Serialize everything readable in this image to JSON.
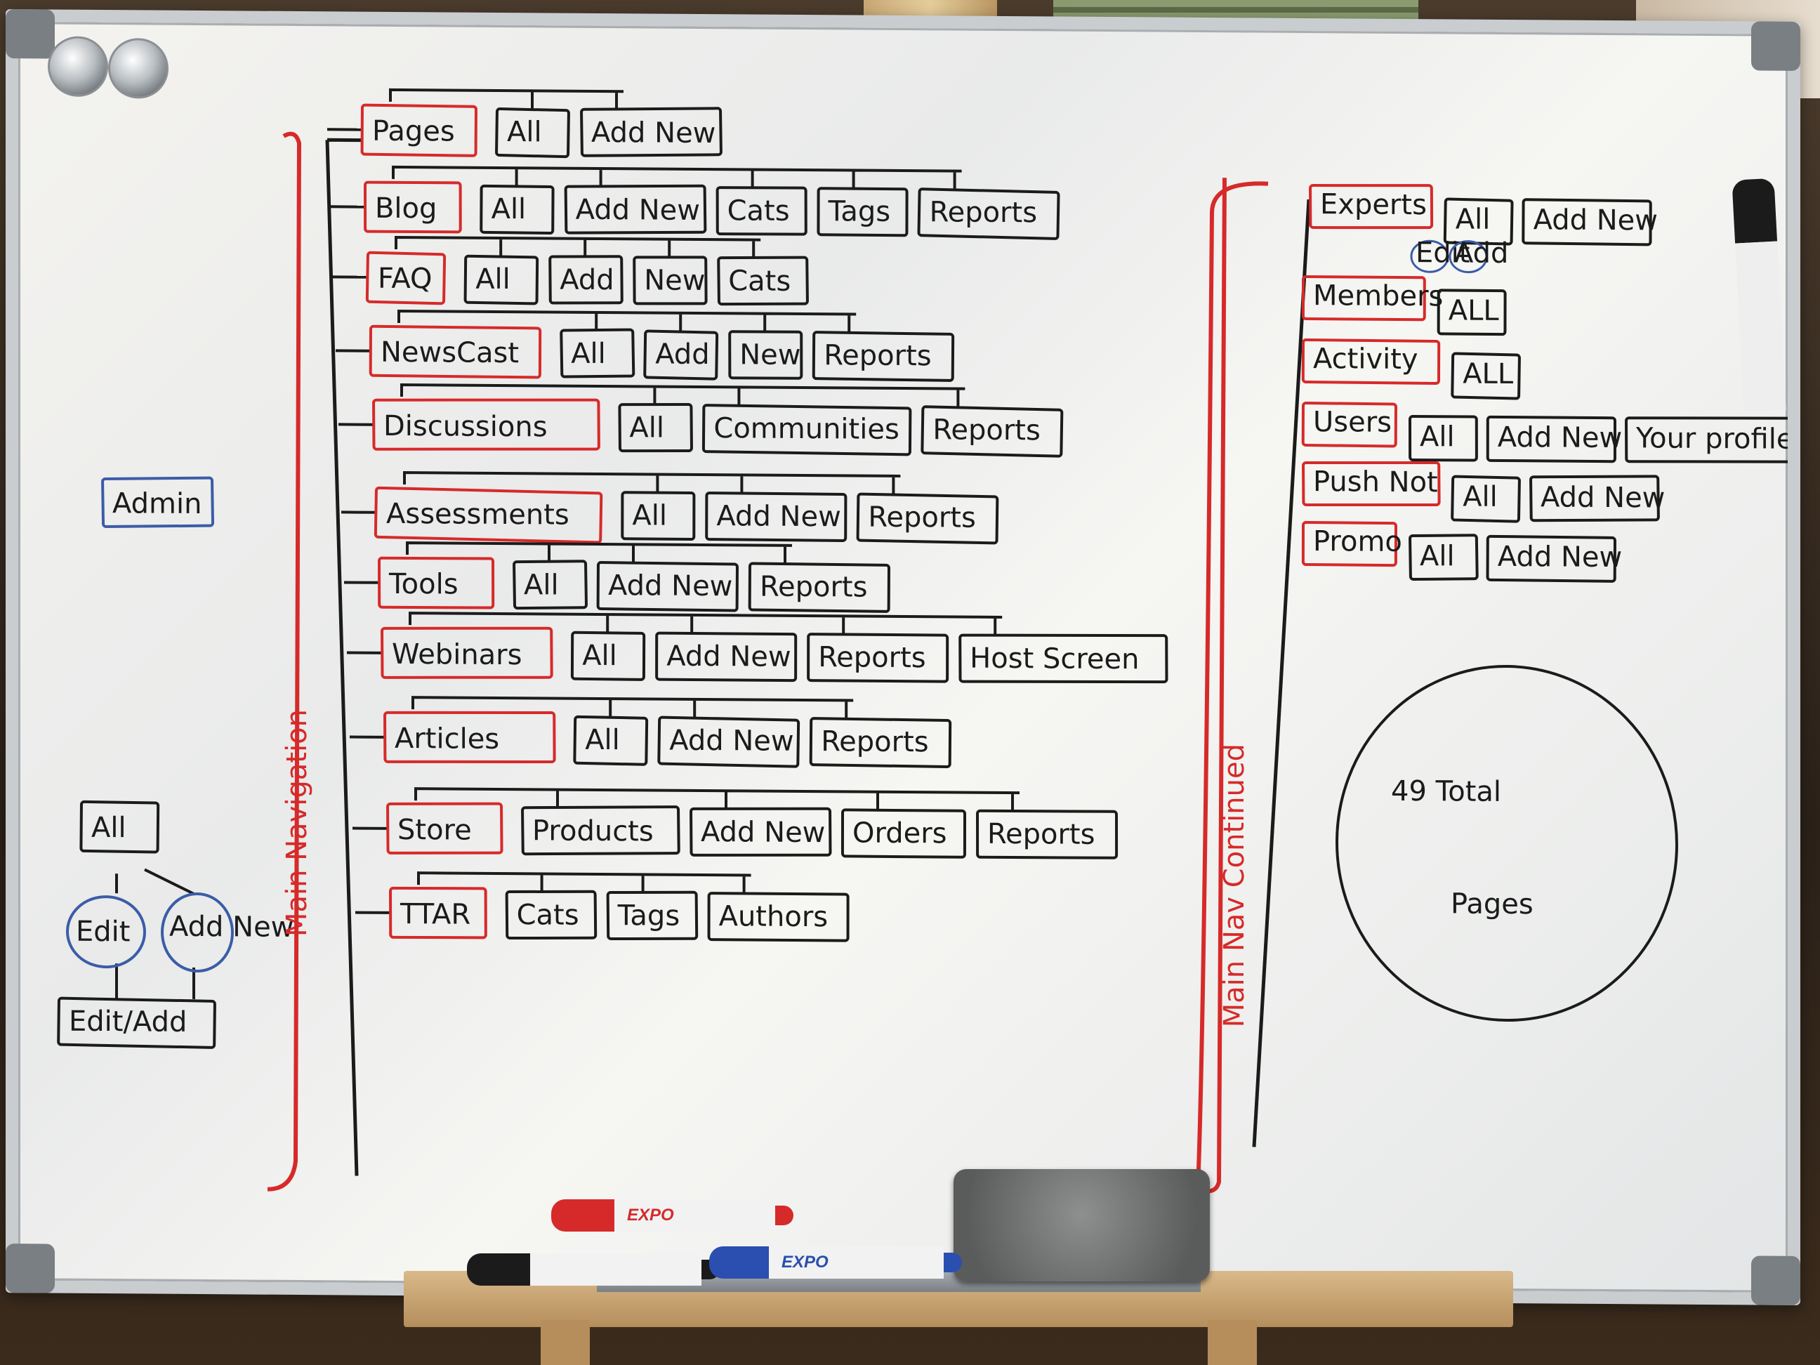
{
  "main_nav": {
    "label": "Main Navigation",
    "items": [
      {
        "label": "Pages",
        "children": [
          "All",
          "Add New"
        ]
      },
      {
        "label": "Blog",
        "children": [
          "All",
          "Add New",
          "Cats",
          "Tags",
          "Reports"
        ]
      },
      {
        "label": "FAQ",
        "children": [
          "All",
          "Add",
          "New",
          "Cats"
        ]
      },
      {
        "label": "NewsCast",
        "children": [
          "All",
          "Add",
          "New",
          "Reports"
        ]
      },
      {
        "label": "Discussions",
        "children": [
          "All",
          "Communities",
          "Reports"
        ]
      },
      {
        "label": "Assessments",
        "children": [
          "All",
          "Add New",
          "Reports"
        ]
      },
      {
        "label": "Tools",
        "children": [
          "All",
          "Add New",
          "Reports"
        ]
      },
      {
        "label": "Webinars",
        "children": [
          "All",
          "Add New",
          "Reports",
          "Host Screen"
        ]
      },
      {
        "label": "Articles",
        "children": [
          "All",
          "Add New",
          "Reports"
        ]
      },
      {
        "label": "Store",
        "children": [
          "Products",
          "Add New",
          "Orders",
          "Reports"
        ]
      },
      {
        "label": "TTAR",
        "children": [
          "Cats",
          "Tags",
          "Authors"
        ]
      }
    ]
  },
  "main_nav_continued": {
    "label": "Main Nav Continued",
    "items": [
      {
        "label": "Experts",
        "children": [
          "All",
          "Add New"
        ],
        "sub_bubbles": [
          "Edit",
          "Add"
        ]
      },
      {
        "label": "Members",
        "children": [
          "ALL"
        ]
      },
      {
        "label": "Activity",
        "children": [
          "ALL"
        ]
      },
      {
        "label": "Users",
        "children": [
          "All",
          "Add New",
          "Your profile"
        ]
      },
      {
        "label": "Push Not",
        "children": [
          "All",
          "Add New"
        ]
      },
      {
        "label": "Promo",
        "children": [
          "All",
          "Add New"
        ]
      }
    ]
  },
  "admin": {
    "label": "Admin",
    "all_label": "All",
    "edit_label": "Edit",
    "add_new_label": "Add New",
    "edit_add_label": "Edit/Add"
  },
  "total": {
    "line1": "49 Total",
    "line2": "Pages"
  },
  "markers": [
    {
      "brand": "EXPO",
      "color": "#d62a2a"
    },
    {
      "brand": "EXPO",
      "color": "#2a4fb0"
    }
  ],
  "colors": {
    "ink_black": "#1b1b1b",
    "ink_red": "#d62a2a",
    "ink_blue": "#3b5ca8"
  }
}
